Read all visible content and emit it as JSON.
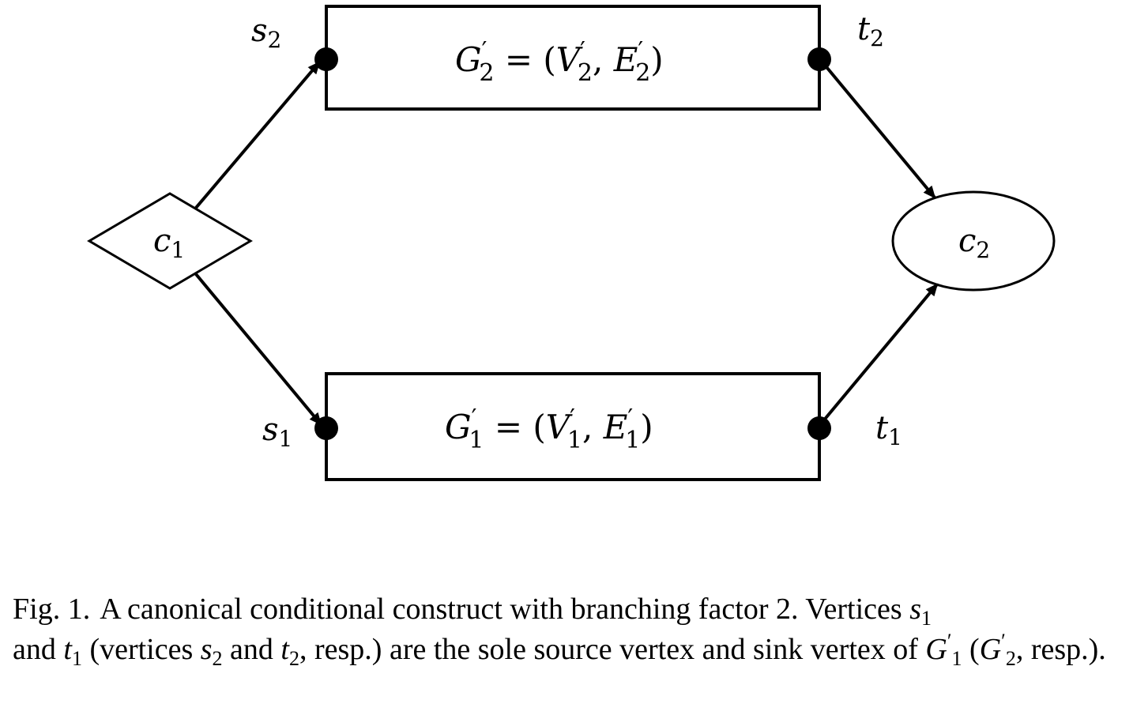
{
  "diagram": {
    "nodes": {
      "c1": {
        "base": "c",
        "sub": "1",
        "shape": "diamond"
      },
      "c2": {
        "base": "c",
        "sub": "2",
        "shape": "ellipse"
      },
      "g2": {
        "G": "G",
        "prime": "′",
        "Gsub": "2",
        "eq": " = (",
        "V": "V",
        "Vsub": "2",
        "comma": ", ",
        "E": "E",
        "Esub": "2",
        "close": ")"
      },
      "g1": {
        "G": "G",
        "prime": "′",
        "Gsub": "1",
        "eq": " = (",
        "V": "V",
        "Vsub": "1",
        "comma": ", ",
        "E": "E",
        "Esub": "1",
        "close": ")"
      }
    },
    "terminals": {
      "s2": {
        "base": "s",
        "sub": "2"
      },
      "t2": {
        "base": "t",
        "sub": "2"
      },
      "s1": {
        "base": "s",
        "sub": "1"
      },
      "t1": {
        "base": "t",
        "sub": "1"
      }
    },
    "edges": [
      {
        "from": "c1",
        "to": "s2"
      },
      {
        "from": "c1",
        "to": "s1"
      },
      {
        "from": "t2",
        "to": "c2"
      },
      {
        "from": "t1",
        "to": "c2"
      }
    ]
  },
  "caption": {
    "fig_label": "Fig. 1.",
    "text_a": "A canonical conditional construct with branching factor 2. Vertices ",
    "s": "s",
    "one": "1",
    "two": "2",
    "and": "and ",
    "t": "t",
    "text_b": " (vertices ",
    "and_mid": " and ",
    "text_c": ", resp.) are the sole source vertex and sink vertex of ",
    "G": "G",
    "prime": "′",
    "open": " (",
    "text_d": ", resp.)."
  }
}
